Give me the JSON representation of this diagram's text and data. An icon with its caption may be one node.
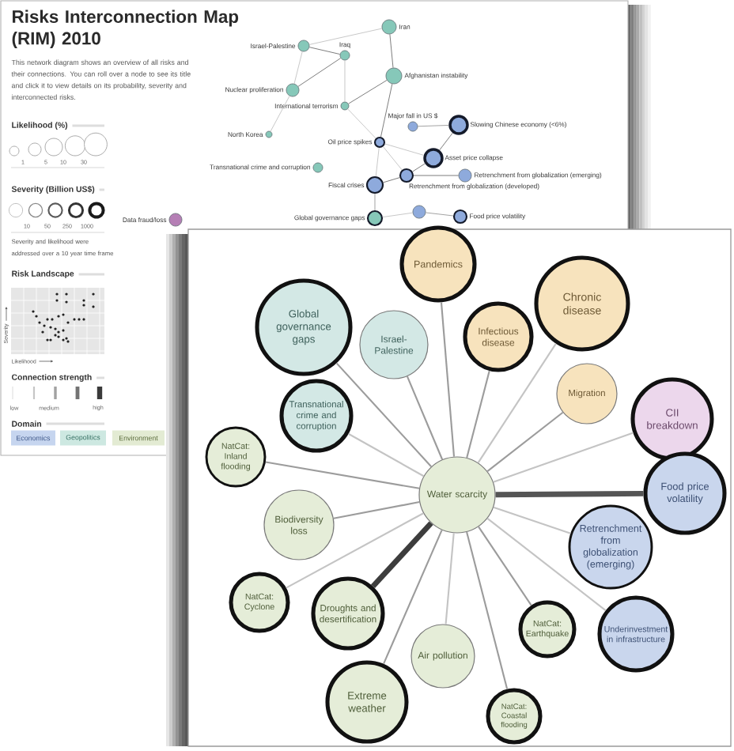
{
  "diagram": {
    "title": "Risks Interconnection Map (RIM) 2010",
    "nodes": [
      {
        "text": [],
        "shape": "circle",
        "beside": [
          "Iran"
        ]
      },
      {
        "text": [],
        "shape": "circle",
        "beside": [
          "Israel-Palestine"
        ]
      },
      {
        "text": [],
        "shape": "circle",
        "beside": [
          "Iraq"
        ]
      },
      {
        "text": [],
        "shape": "circle",
        "beside": [
          "Afghanistan instability"
        ]
      },
      {
        "text": [],
        "shape": "circle",
        "beside": [
          "Nuclear proliferation"
        ]
      },
      {
        "text": [],
        "shape": "circle",
        "beside": [
          "International terrorism"
        ]
      },
      {
        "text": [],
        "shape": "circle",
        "beside": [
          "Slowing Chinese economy (<6%)"
        ]
      },
      {
        "text": [],
        "shape": "circle",
        "beside": [
          "Major fall in US $"
        ]
      },
      {
        "text": [],
        "shape": "circle",
        "beside": [
          "North Korea"
        ]
      },
      {
        "text": [],
        "shape": "circle",
        "beside": [
          "Oil price spikes"
        ]
      },
      {
        "text": [],
        "shape": "circle",
        "beside": [
          "Asset price collapse"
        ]
      },
      {
        "text": [],
        "shape": "circle",
        "beside": [
          "Transnational crime and corruption"
        ]
      },
      {
        "text": [],
        "shape": "circle",
        "beside": [
          "Retrenchment from globalization (emerging)"
        ]
      },
      {
        "text": [],
        "shape": "circle",
        "beside": [
          "Retrenchment from globalization (developed)"
        ]
      },
      {
        "text": [],
        "shape": "circle",
        "beside": [
          "Fiscal crises"
        ]
      },
      {
        "text": [],
        "shape": "circle"
      },
      {
        "text": [],
        "shape": "circle",
        "beside": [
          "Global governance gaps"
        ]
      },
      {
        "text": [],
        "shape": "circle",
        "beside": [
          "Food price volatility"
        ]
      },
      {
        "text": [],
        "shape": "circle",
        "beside": [
          "Data fraud/loss"
        ]
      },
      {
        "text": [
          "Pandemics"
        ]
      },
      {
        "text": [
          "Chronic disease"
        ]
      },
      {
        "text": [
          "Global governance gaps"
        ]
      },
      {
        "text": [
          "Infectious disease"
        ]
      },
      {
        "text": [
          "Israel-Palestine"
        ]
      },
      {
        "text": [
          "Migration"
        ]
      },
      {
        "text": [
          "Transnational crime and corruption"
        ]
      },
      {
        "text": [
          "CII breakdown"
        ]
      },
      {
        "text": [
          "NatCat: Inland flooding"
        ]
      },
      {
        "text": [
          "Water scarcity"
        ]
      },
      {
        "text": [
          "Food price volatility"
        ]
      },
      {
        "text": [
          "Biodiversity loss"
        ]
      },
      {
        "text": [
          "Retrenchment from globalization (emerging)"
        ]
      },
      {
        "text": [
          "NatCat: Cyclone"
        ]
      },
      {
        "text": [
          "Droughts and desertification"
        ]
      },
      {
        "text": [
          "Underinvestment in infrastructure"
        ]
      },
      {
        "text": [
          "NatCat: Earthquake"
        ]
      },
      {
        "text": [
          "Air pollution"
        ]
      },
      {
        "text": [
          "Extreme weather"
        ]
      },
      {
        "text": [
          "NatCat: Coastal flooding"
        ]
      }
    ],
    "edges": [
      {
        "from": 1,
        "to": 2,
        "arrow": "none",
        "color": "#737373"
      },
      {
        "from": 2,
        "to": 4,
        "arrow": "none",
        "color": "#737373"
      },
      {
        "from": 0,
        "to": 3,
        "arrow": "none",
        "color": "#737373"
      },
      {
        "from": 0,
        "to": 1,
        "arrow": "none"
      },
      {
        "from": 3,
        "to": 5,
        "arrow": "none",
        "color": "#737373"
      },
      {
        "from": 4,
        "to": 8,
        "arrow": "none"
      },
      {
        "from": 1,
        "to": 4,
        "arrow": "none"
      },
      {
        "from": 3,
        "to": 9,
        "arrow": "none",
        "color": "#737373"
      },
      {
        "from": 5,
        "to": 9,
        "arrow": "none"
      },
      {
        "from": 9,
        "to": 10,
        "arrow": "none"
      },
      {
        "from": 10,
        "to": 13,
        "arrow": "none",
        "color": "#737373"
      },
      {
        "from": 13,
        "to": 14,
        "arrow": "none",
        "color": "#737373"
      },
      {
        "from": 10,
        "to": 6,
        "arrow": "none",
        "color": "#737373"
      },
      {
        "from": 13,
        "to": 12,
        "arrow": "none",
        "color": "#737373"
      },
      {
        "from": 7,
        "to": 6,
        "arrow": "none",
        "color": "#9c9c9c"
      },
      {
        "from": 14,
        "to": 16,
        "arrow": "none",
        "color": "#9c9c9c"
      },
      {
        "from": 15,
        "to": 17,
        "arrow": "none",
        "color": "#9c9c9c"
      },
      {
        "from": 2,
        "to": 5,
        "arrow": "none"
      },
      {
        "from": 9,
        "to": 14,
        "arrow": "none"
      },
      {
        "from": 9,
        "to": 13,
        "arrow": "none"
      },
      {
        "from": 16,
        "to": 15,
        "arrow": "none"
      },
      {
        "from": 28,
        "to": 19,
        "arrow": "none",
        "color": "#9c9c9c"
      },
      {
        "from": 28,
        "to": 20,
        "arrow": "none"
      },
      {
        "from": 28,
        "to": 21,
        "arrow": "none",
        "color": "#9c9c9c"
      },
      {
        "from": 28,
        "to": 22,
        "arrow": "none",
        "color": "#9c9c9c"
      },
      {
        "from": 28,
        "to": 23,
        "arrow": "none",
        "color": "#9c9c9c"
      },
      {
        "from": 28,
        "to": 24,
        "arrow": "none",
        "color": "#9c9c9c"
      },
      {
        "from": 28,
        "to": 25,
        "arrow": "none"
      },
      {
        "from": 28,
        "to": 26,
        "arrow": "none"
      },
      {
        "from": 28,
        "to": 27,
        "arrow": "none",
        "color": "#9c9c9c"
      },
      {
        "from": 28,
        "to": 29,
        "arrow": "none",
        "style": "thick",
        "color": "#555555"
      },
      {
        "from": 28,
        "to": 30,
        "arrow": "none",
        "color": "#9c9c9c"
      },
      {
        "from": 28,
        "to": 31,
        "arrow": "none"
      },
      {
        "from": 28,
        "to": 32,
        "arrow": "none"
      },
      {
        "from": 28,
        "to": 33,
        "arrow": "none",
        "style": "thick",
        "color": "#3d3d3d"
      },
      {
        "from": 28,
        "to": 34,
        "arrow": "none"
      },
      {
        "from": 28,
        "to": 35,
        "arrow": "none",
        "color": "#9c9c9c"
      },
      {
        "from": 28,
        "to": 36,
        "arrow": "none"
      },
      {
        "from": 28,
        "to": 37,
        "arrow": "none",
        "color": "#9c9c9c"
      },
      {
        "from": 28,
        "to": 38,
        "arrow": "none",
        "color": "#9c9c9c"
      }
    ],
    "labels": [
      "This network diagram shows an overview of all risks and their connections. You can roll over a node to see its title and click it to view details on its probability, severity and interconnected risks.",
      "Likelihood (%)",
      "1",
      "5",
      "10",
      "30",
      "Severity (Billion US$)",
      "10",
      "50",
      "250",
      "1000",
      "Severity and likelihood were addressed over a 10 year time frame",
      "Risk Landscape",
      "Severity",
      "Likelihood",
      "Connection strength",
      "low",
      "medium",
      "high",
      "Domain"
    ],
    "legend": [
      {
        "text": "Economics",
        "color": "#c6d5ef"
      },
      {
        "text": "Geopolitics",
        "color": "#cde8e1"
      },
      {
        "text": "Environment",
        "color": "#e3ebd3"
      }
    ]
  }
}
